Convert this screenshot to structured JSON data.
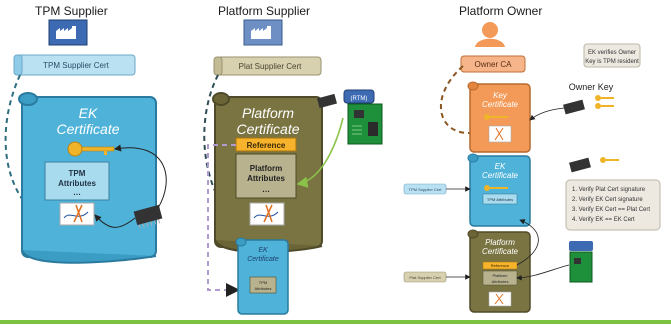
{
  "columns": {
    "tpm_supplier": "TPM Supplier",
    "platform_supplier": "Platform Supplier",
    "platform_owner": "Platform Owner"
  },
  "tpm_supplier_cert": "TPM Supplier Cert",
  "plat_supplier_cert": "Plat Supplier Cert",
  "ek_certificate": {
    "title_line1": "EK",
    "title_line2": "Certificate",
    "attr_line1": "TPM",
    "attr_line2": "Attributes",
    "attr_line3": "…"
  },
  "platform_certificate": {
    "title_line1": "Platform",
    "title_line2": "Certificate",
    "reference": "Reference",
    "attr_line1": "Platform",
    "attr_line2": "Attributes",
    "attr_line3": "…"
  },
  "rtm_label": "(RTM)",
  "small_ek": {
    "title_line1": "EK",
    "title_line2": "Certificate",
    "attr_line1": "TPM",
    "attr_line2": "Attributes"
  },
  "owner_ca": "Owner CA",
  "owner_key": "Owner Key",
  "note": {
    "line1": "EK verifies Owner",
    "line2": "Key is TPM resident"
  },
  "key_certificate": {
    "title_line1": "Key",
    "title_line2": "Certificate"
  },
  "owner_ek": {
    "title_line1": "EK",
    "title_line2": "Certificate",
    "attr": "TPM Attributes"
  },
  "owner_platform": {
    "title_line1": "Platform",
    "title_line2": "Certificate",
    "reference": "Reference",
    "attr_line1": "Platform",
    "attr_line2": "Attributes"
  },
  "owner_tpm_supplier_cert": "TPM Supplier Cert",
  "owner_plat_supplier_cert": "Plat Supplier Cert",
  "checklist": [
    "Verify Plat Cert signature",
    "Verify EK Cert signature",
    "Verify EK Cert == Plat Cert",
    "Verify EK == EK Cert"
  ],
  "colors": {
    "teal": "#4fb3d9",
    "olive": "#7a7442",
    "orange": "#f39a58",
    "green_bar": "#7cc242"
  }
}
